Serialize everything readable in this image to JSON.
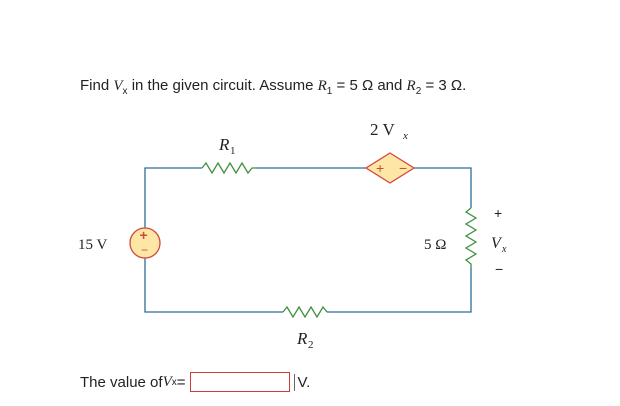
{
  "question": {
    "prefix": "Find ",
    "var_main": "V",
    "var_sub": "x",
    "mid": " in the given circuit. Assume ",
    "r1_main": "R",
    "r1_sub": "1",
    "r1_eq": " = 5 Ω and ",
    "r2_main": "R",
    "r2_sub": "2",
    "r2_eq": " = 3 Ω."
  },
  "circuit": {
    "r1_label_main": "R",
    "r1_label_sub": "1",
    "r2_label_main": "R",
    "r2_label_sub": "2",
    "dep_source_label": "2 V",
    "dep_source_label_sub": "x",
    "dep_plus": "+",
    "dep_minus": "−",
    "vs_label": "15 V",
    "vs_plus": "+",
    "vs_minus": "−",
    "r5_label": "5 Ω",
    "vx_plus": "+",
    "vx_minus": "−",
    "vx_main": "V",
    "vx_sub": "x",
    "colors": {
      "wire": "#2b6d9a",
      "resistor": "#3f8f3f",
      "source_stroke": "#d04a3a",
      "source_fill": "#fde6a6"
    }
  },
  "answer": {
    "label_prefix": "The value of ",
    "label_main": "V",
    "label_sub": "x",
    "label_eq": " =",
    "input_value": "",
    "unit": "V."
  }
}
